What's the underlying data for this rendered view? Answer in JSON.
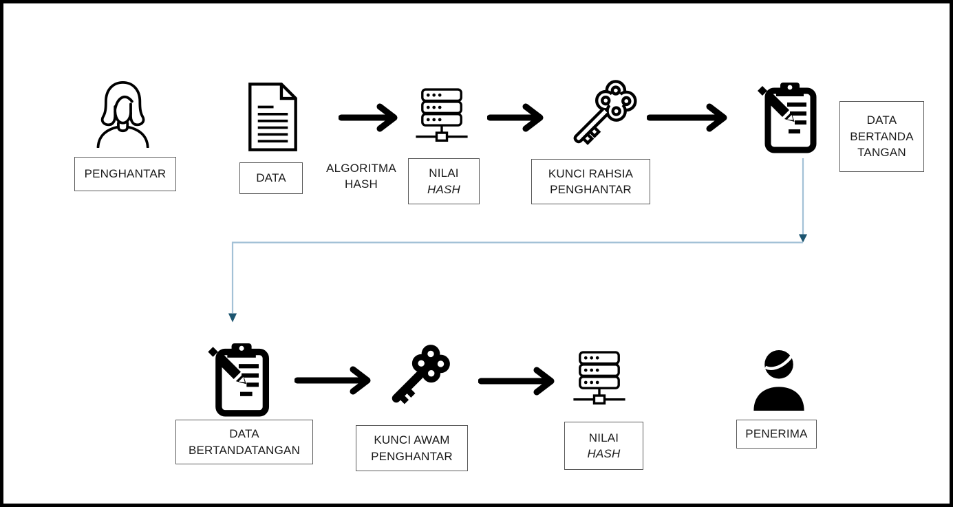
{
  "colors": {
    "icon": "#000000",
    "connector_line": "#a3c1d6",
    "connector_arrowhead": "#1d5570",
    "box_border": "#595959",
    "text": "#1a1a1a",
    "frame": "#000000"
  },
  "icons": {
    "sender": "woman-person-outline-icon",
    "data": "document-outline-icon",
    "hash_top": "server-stack-outline-icon",
    "secret_key": "ornate-key-outline-icon",
    "sign": "clipboard-pencil-solid-icon",
    "signed_data": "clipboard-pencil-solid-icon",
    "public_key": "ornate-key-solid-icon",
    "hash_bottom": "server-stack-outline-icon",
    "receiver": "man-person-solid-icon"
  },
  "top_row": {
    "sender_label": "PENGHANTAR",
    "data_label": "DATA",
    "hash_algorithm_line1": "ALGORITMA",
    "hash_algorithm_line2": "HASH",
    "hash_value_line1": "NILAI",
    "hash_value_line2": "HASH",
    "secret_key_line1": "KUNCI RAHSIA",
    "secret_key_line2": "PENGHANTAR",
    "signed_data_line1": "DATA",
    "signed_data_line2": "BERTANDA",
    "signed_data_line3": "TANGAN"
  },
  "bottom_row": {
    "signed_data_line1": "DATA",
    "signed_data_line2": "BERTANDATANGAN",
    "public_key_line1": "KUNCI AWAM",
    "public_key_line2": "PENGHANTAR",
    "hash_value_line1": "NILAI",
    "hash_value_line2": "HASH",
    "receiver_label": "PENERIMA"
  }
}
